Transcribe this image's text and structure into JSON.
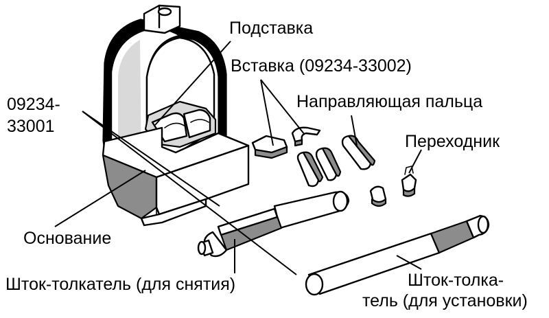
{
  "labels": {
    "stand": "Подставка",
    "insert": "Вставка (09234-33002)",
    "tool_number_line1": "09234-",
    "tool_number_line2": "33001",
    "finger_guide": "Направляющая пальца",
    "adapter": "Переходник",
    "base": "Основание",
    "removal_rod": "Шток-толкатель (для снятия)",
    "install_rod_line1": "Шток-толка-",
    "install_rod_line2": "тель (для установки)"
  }
}
